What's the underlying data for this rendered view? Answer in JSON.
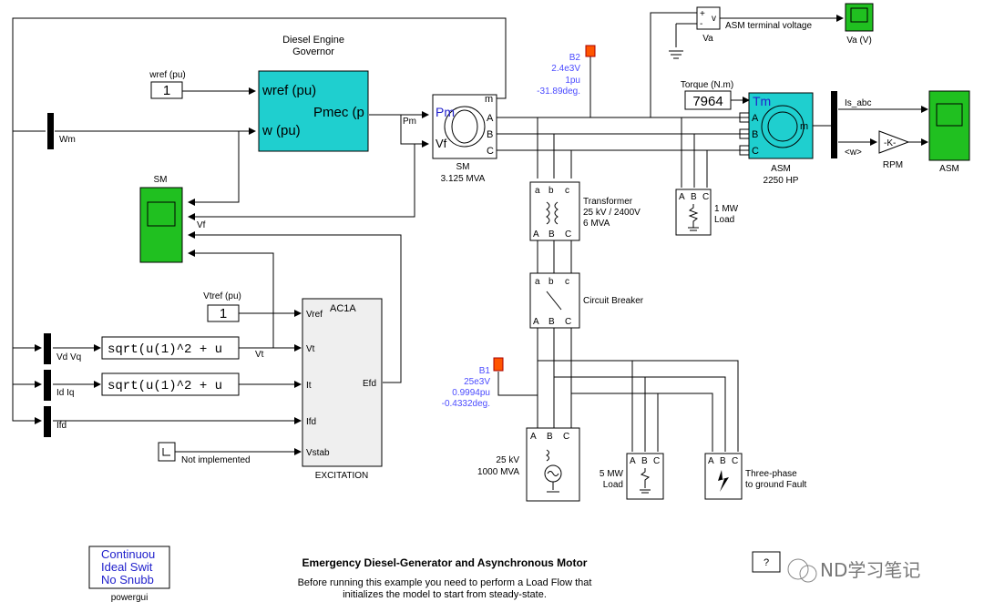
{
  "governor": {
    "title_l1": "Diesel Engine",
    "title_l2": "Governor",
    "in1": "wref (pu)",
    "in2": "w (pu)",
    "out": "Pmec (p"
  },
  "wref": {
    "label": "wref (pu)",
    "value": "1"
  },
  "wm_label": "Wm",
  "pm_label": "Pm",
  "sm_scope_label": "SM",
  "vf_label": "Vf",
  "sm": {
    "name": "SM",
    "rating": "3.125 MVA",
    "pm": "Pm",
    "vf": "Vf",
    "m": "m",
    "A": "A",
    "B": "B",
    "C": "C"
  },
  "b2": {
    "name": "B2",
    "v": "2.4e3V",
    "pu": "1pu",
    "deg": "-31.89deg."
  },
  "transformer": {
    "l1": "Transformer",
    "l2": "25 kV / 2400V",
    "l3": "6 MVA"
  },
  "load1": {
    "l1": "1 MW",
    "l2": "Load"
  },
  "breaker": {
    "label": "Circuit Breaker"
  },
  "b1": {
    "name": "B1",
    "v": "25e3V",
    "pu": "0.9994pu",
    "deg": "-0.4332deg."
  },
  "source": {
    "l1": "25 kV",
    "l2": "1000 MVA"
  },
  "load5": {
    "l1": "5 MW",
    "l2": "Load"
  },
  "fault": {
    "l1": "Three-phase",
    "l2": "to ground Fault"
  },
  "va": {
    "label": "Va",
    "plus": "+",
    "minus": "-",
    "v": "v"
  },
  "asm_tv": "ASM terminal voltage",
  "va_scope": "Va (V)",
  "torque": {
    "label": "Torque (N.m)",
    "value": "7964"
  },
  "asm": {
    "name": "ASM",
    "rating": "2250 HP",
    "tm": "Tm",
    "m": "m",
    "A": "A",
    "B": "B",
    "C": "C"
  },
  "is_abc": "Is_abc",
  "w_sig": "<w>",
  "gain": "-K-",
  "rpm": "RPM",
  "asm_scope": "ASM",
  "vtref": {
    "label": "Vtref (pu)",
    "value": "1"
  },
  "excitation": {
    "name": "EXCITATION",
    "title": "AC1A",
    "vref": "Vref",
    "vt": "Vt",
    "it": "It",
    "ifd": "Ifd",
    "vstab": "Vstab",
    "efd": "Efd"
  },
  "vdvq": "Vd Vq",
  "idiq": "Id Iq",
  "ifd": "Ifd",
  "vt_sig": "Vt",
  "fcn1": "sqrt(u(1)^2 + u",
  "fcn2": "sqrt(u(1)^2 + u",
  "not_impl": "Not implemented",
  "powergui": {
    "l1": "Continuou",
    "l2": "Ideal Swit",
    "l3": "No Snubb",
    "name": "powergui"
  },
  "footer": {
    "title": "Emergency Diesel-Generator and Asynchronous Motor",
    "l1": "Before running this example you need to perform a Load Flow that",
    "l2": "initializes the model to start from steady-state."
  },
  "help": "?",
  "watermark": "ND学习笔记"
}
